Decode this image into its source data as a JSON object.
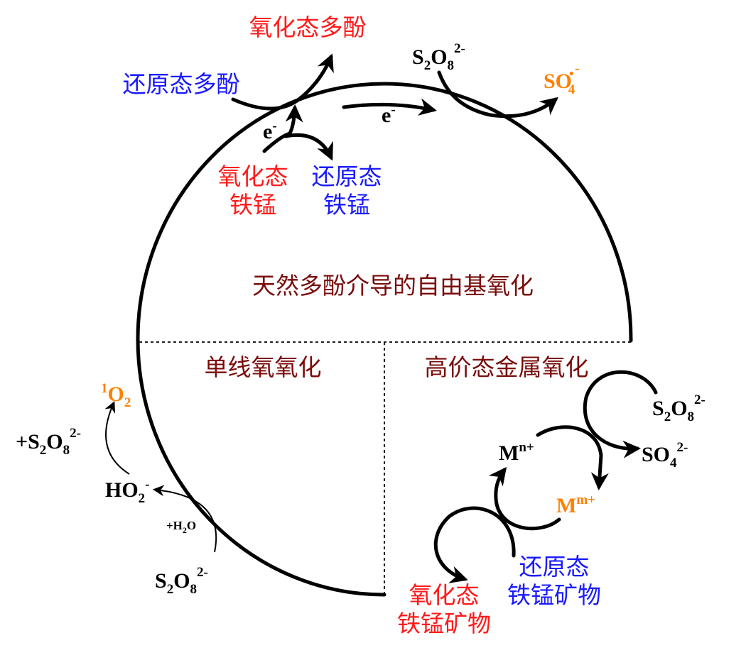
{
  "colors": {
    "red": "#ff1a1a",
    "blue": "#1a1aff",
    "orange": "#ff8000",
    "darkred": "#7a0c0c",
    "black": "#000000"
  },
  "top": {
    "oxidized_polyphenol": "氧化态多酚",
    "reduced_polyphenol": "还原态多酚",
    "persulfate": [
      "S",
      "2",
      "O",
      "8",
      "2-"
    ],
    "sulfate_radical": [
      "SO",
      "•",
      "4",
      "-"
    ],
    "electron_1": [
      "e",
      "-"
    ],
    "electron_2": [
      "e",
      "-"
    ],
    "oxidized_femn": [
      "氧化态",
      "铁锰"
    ],
    "reduced_femn": [
      "还原态",
      "铁锰"
    ]
  },
  "sections": {
    "radical": "天然多酚介导的自由基氧化",
    "singlet": "单线氧氧化",
    "high_valent": "高价态金属氧化"
  },
  "left": {
    "singlet_oxygen": [
      "1",
      "O",
      "2"
    ],
    "plus_persulfate": [
      "+S",
      "2",
      "O",
      "8",
      "2-"
    ],
    "hydroperoxide": [
      "HO",
      "2",
      "-"
    ],
    "plus_water": [
      "+H",
      "2",
      "O"
    ],
    "persulfate": [
      "S",
      "2",
      "O",
      "8",
      "2-"
    ]
  },
  "right": {
    "persulfate": [
      "S",
      "2",
      "O",
      "8",
      "2-"
    ],
    "sulfate": [
      "SO",
      "4",
      "2-"
    ],
    "metal_n": [
      "M",
      "n+"
    ],
    "metal_m": [
      "M",
      "m+"
    ],
    "reduced_mineral": [
      "还原态",
      "铁锰矿物"
    ],
    "oxidized_mineral": [
      "氧化态",
      "铁锰矿物"
    ]
  }
}
